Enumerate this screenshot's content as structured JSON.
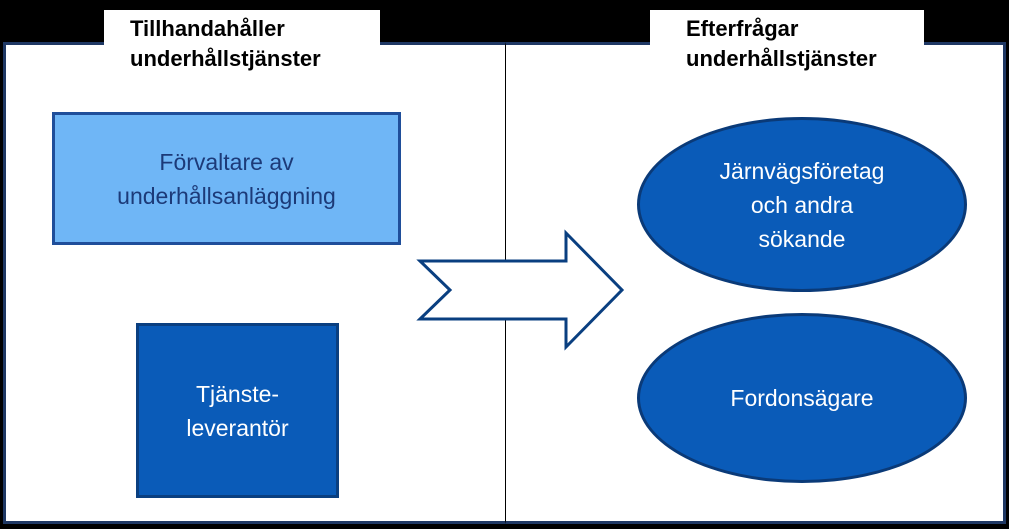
{
  "headings": {
    "left": [
      "Tillhandahåller",
      "underhållstjänster"
    ],
    "right": [
      "Efterfrågar",
      "underhållstjänster"
    ]
  },
  "nodes": {
    "manager": [
      "Förvaltare av",
      "underhållsanläggning"
    ],
    "supplier": [
      "Tjänste-",
      "leverantör"
    ],
    "railway": [
      "Järnvägsföretag",
      "och andra",
      "sökande"
    ],
    "owner": [
      "Fordonsägare"
    ]
  },
  "colors": {
    "background": "#000000",
    "panel": "#ffffff",
    "light_blue": "#6fb6f6",
    "dark_blue": "#0a5bb8",
    "border_navy": "#1f3864"
  }
}
